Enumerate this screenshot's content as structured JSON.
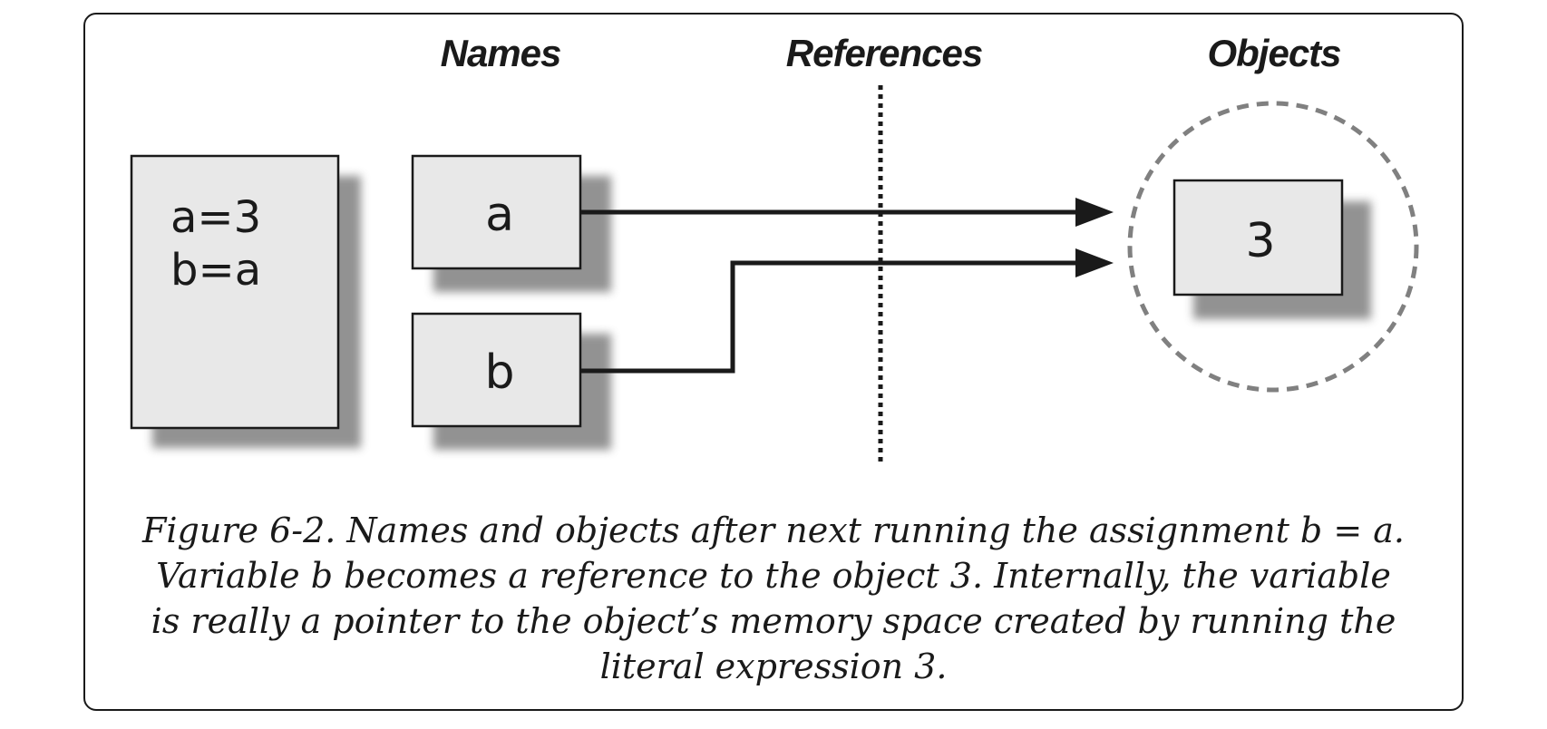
{
  "headings": {
    "names": "Names",
    "references": "References",
    "objects": "Objects"
  },
  "code_panel": {
    "lines": [
      "a=3",
      "b=a"
    ]
  },
  "name_boxes": {
    "a": "a",
    "b": "b"
  },
  "object_box": {
    "value": "3"
  },
  "caption": {
    "lines": [
      "Figure 6-2. Names and objects after next running the assignment b = a.",
      "Variable b becomes a reference to the object 3. Internally, the variable",
      "is really a pointer to the object’s memory space created by running the",
      "literal expression 3."
    ]
  }
}
